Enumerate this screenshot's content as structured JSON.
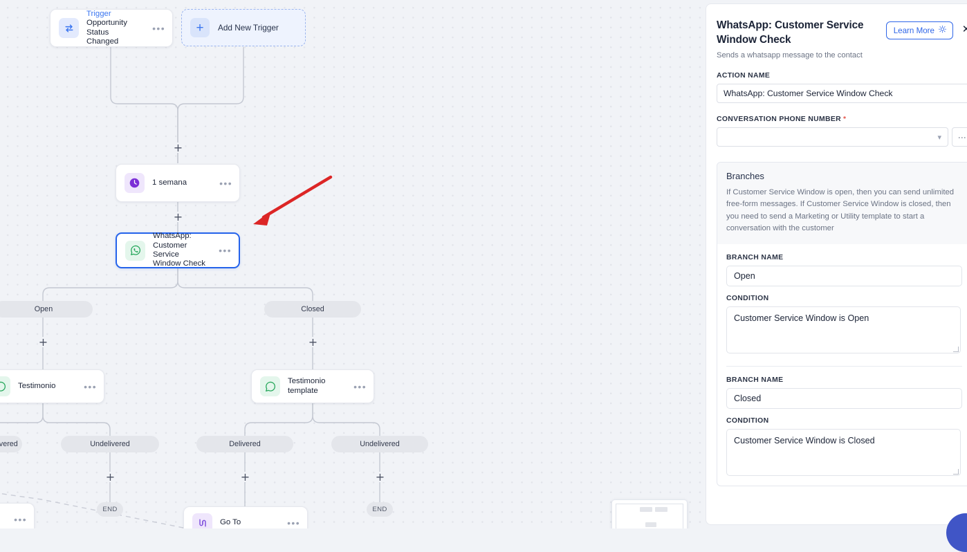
{
  "canvas": {
    "trigger_node": {
      "kicker": "Trigger",
      "label_line1": "Opportunity Status",
      "label_line2": "Changed",
      "icon": "swap-arrows-icon",
      "menu": "•••"
    },
    "add_trigger": {
      "label": "Add New Trigger",
      "icon": "plus-icon"
    },
    "wait_node": {
      "label": "1 semana",
      "icon": "clock-icon",
      "menu": "•••"
    },
    "whatsapp_node": {
      "label_line1": "WhatsApp: Customer Service",
      "label_line2": "Window Check",
      "icon": "whatsapp-icon",
      "menu": "•••"
    },
    "branch_pills": [
      {
        "label": "Open"
      },
      {
        "label": "Closed"
      }
    ],
    "testimonio_node": {
      "label": "Testimonio",
      "icon": "whatsapp-icon",
      "menu": "•••"
    },
    "testimonio_template_node": {
      "label": "Testimonio template",
      "icon": "whatsapp-icon",
      "menu": "•••"
    },
    "status_pills": [
      {
        "label": "Undelivered"
      },
      {
        "label": "Undelivered"
      },
      {
        "label": "Delivered"
      },
      {
        "label": "Undelivered"
      }
    ],
    "end_nodes": [
      {
        "label": "END"
      },
      {
        "label": "END"
      }
    ],
    "goto_node": {
      "label": "Go To",
      "icon": "goto-icon",
      "menu": "•••"
    },
    "partial_node_menu": "•••",
    "plus_glyph": "+",
    "annotation_arrow": "red-arrow-annotation",
    "colors": {
      "background": "#f1f3f7",
      "dot": "#e2e4ea",
      "edge": "#c4c8d2",
      "selected_border": "#2563eb",
      "annotation_red": "#dc2626",
      "trigger_blue": "#3b76f0",
      "whatsapp_green": "#25a75a",
      "goto_purple": "#7c4ddb",
      "pill_gray": "#e4e6eb"
    }
  },
  "panel": {
    "title": "WhatsApp: Customer Service Window Check",
    "subtitle": "Sends a whatsapp message to the contact",
    "learn_more": "Learn More",
    "learn_more_icon": "lightbulb-icon",
    "close_icon": "close-icon",
    "action_name": {
      "label": "ACTION NAME",
      "value": "WhatsApp: Customer Service Window Check"
    },
    "conversation_phone_number": {
      "label": "CONVERSATION PHONE NUMBER",
      "required_mark": "*",
      "value": "",
      "chevron_icon": "chevron-down-icon",
      "kebab_icon": "kebab-menu-icon",
      "kebab_glyph": "⋮"
    },
    "branches": {
      "heading": "Branches",
      "description": "If Customer Service Window is open, then you can send unlimited free-form messages. If Customer Service Window is closed, then you need to send a Marketing or Utility template to start a conversation with the customer",
      "items": [
        {
          "name_label": "BRANCH NAME",
          "name_value": "Open",
          "condition_label": "CONDITION",
          "condition_value": "Customer Service Window is Open"
        },
        {
          "name_label": "BRANCH NAME",
          "name_value": "Closed",
          "condition_label": "CONDITION",
          "condition_value": "Customer Service Window is Closed"
        }
      ]
    }
  },
  "minimap": {
    "name": "canvas-minimap"
  },
  "chat_widget": {
    "name": "support-chat-bubble"
  }
}
